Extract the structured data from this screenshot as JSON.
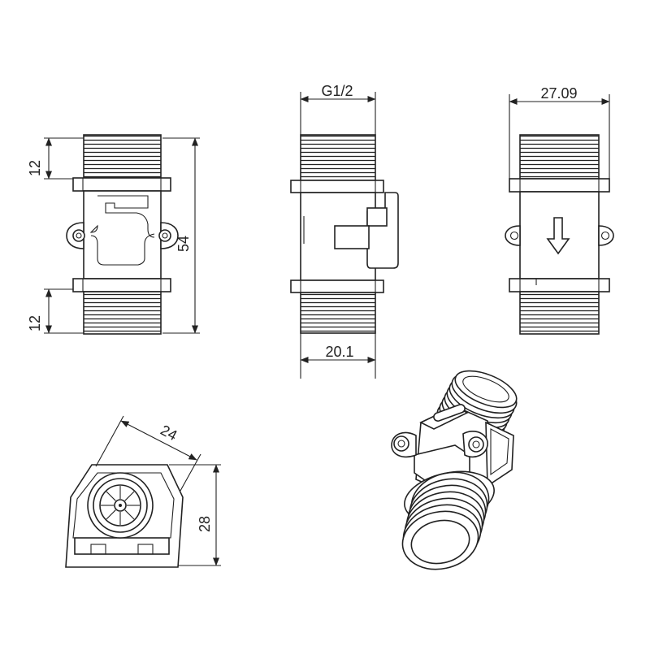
{
  "drawing": {
    "front_view": {
      "top_thread_length": "12",
      "overall_length": "54",
      "bottom_thread_length": "12"
    },
    "side_view": {
      "thread_size": "G1/2",
      "body_width": "20.1"
    },
    "rear_view": {
      "flange_width": "27.09"
    },
    "end_view": {
      "hex_across_flats": "24",
      "height": "28"
    }
  },
  "icons": {
    "flow_direction": "arrow-down-icon"
  },
  "colors": {
    "line": "#222222",
    "background": "#ffffff"
  }
}
